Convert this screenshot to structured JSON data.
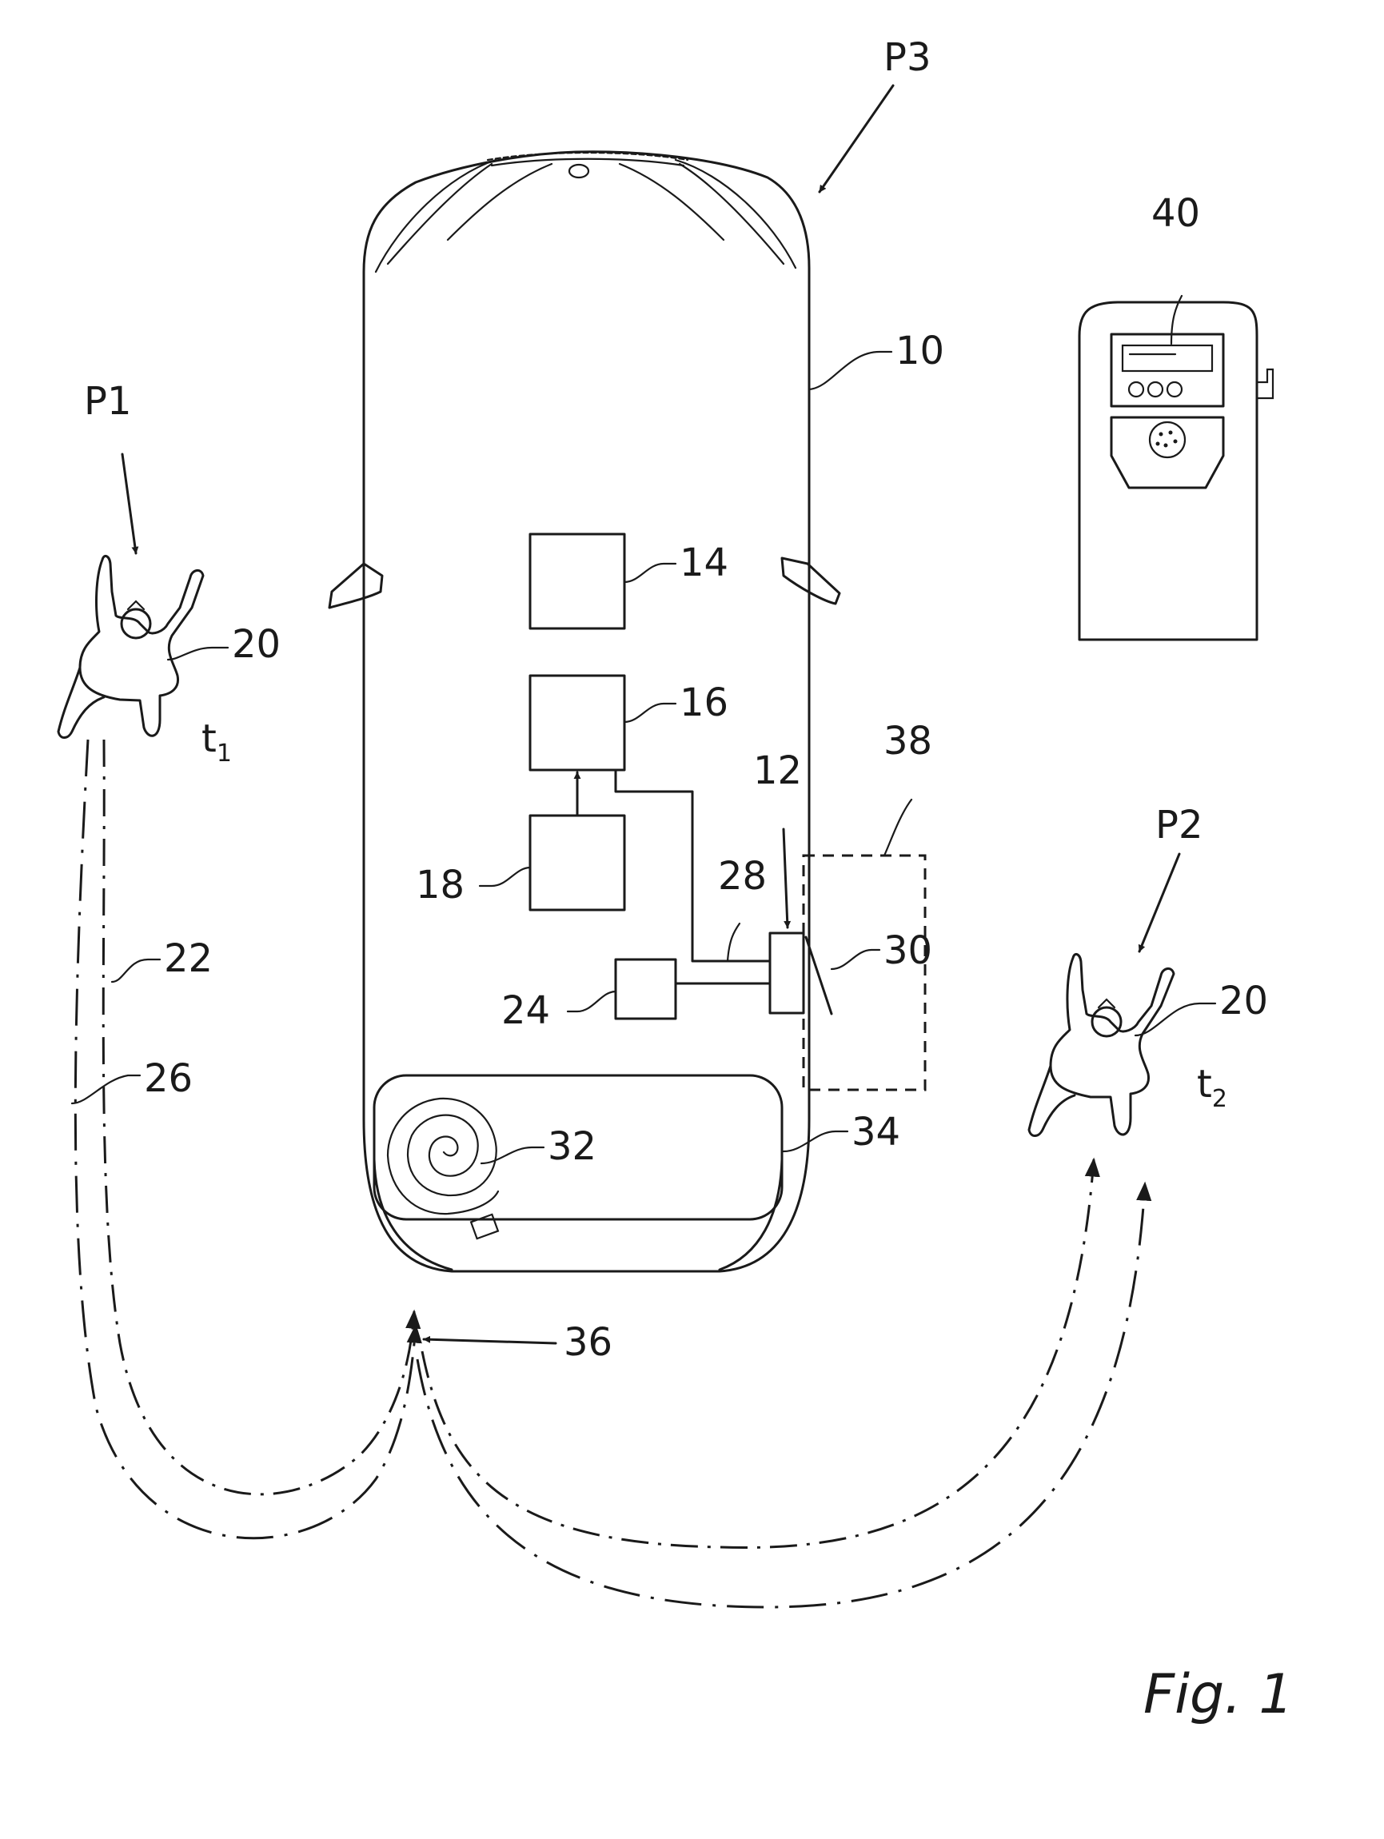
{
  "figure": {
    "caption": "Fig. 1",
    "positions": {
      "p1": "P1",
      "p2": "P2",
      "p3": "P3"
    },
    "times": {
      "t1_base": "t",
      "t1_sub": "1",
      "t2_base": "t",
      "t2_sub": "2"
    },
    "refs": {
      "vehicle": "10",
      "charging_port": "12",
      "unit_14": "14",
      "unit_16": "16",
      "unit_18": "18",
      "person": "20",
      "path_22": "22",
      "unit_24": "24",
      "path_26": "26",
      "line_28": "28",
      "flap_30": "30",
      "cable_32": "32",
      "trunk_34": "34",
      "point_36": "36",
      "area_38": "38",
      "charging_station": "40"
    }
  }
}
